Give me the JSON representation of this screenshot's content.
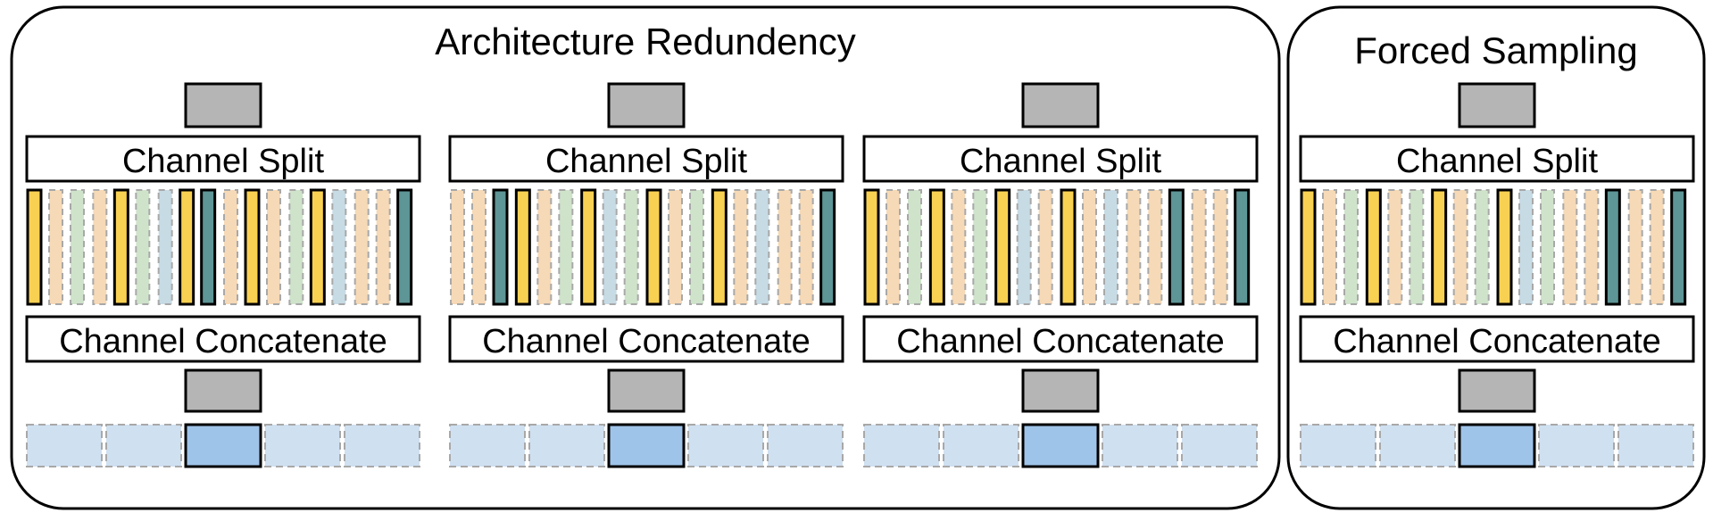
{
  "panels": [
    {
      "title": "Architecture Redundency",
      "blocks": [
        {
          "split_label": "Channel Split",
          "concat_label": "Channel Concatenate",
          "selected_index": 2,
          "pattern": [
            "Y",
            "O",
            "G",
            "O",
            "Y",
            "G",
            "B",
            "Y",
            "T",
            "O",
            "Y",
            "O",
            "G",
            "Y",
            "B",
            "O",
            "O",
            "T"
          ]
        },
        {
          "split_label": "Channel Split",
          "concat_label": "Channel Concatenate",
          "selected_index": 2,
          "pattern": [
            "O",
            "O",
            "T",
            "Y",
            "O",
            "G",
            "Y",
            "B",
            "G",
            "Y",
            "O",
            "G",
            "Y",
            "O",
            "B",
            "O",
            "O",
            "T"
          ]
        },
        {
          "split_label": "Channel Split",
          "concat_label": "Channel Concatenate",
          "selected_index": 2,
          "pattern": [
            "Y",
            "O",
            "G",
            "Y",
            "O",
            "G",
            "Y",
            "B",
            "O",
            "Y",
            "O",
            "B",
            "O",
            "O",
            "T",
            "O",
            "O",
            "T"
          ]
        }
      ]
    },
    {
      "title": "Forced Sampling",
      "blocks": [
        {
          "split_label": "Channel Split",
          "concat_label": "Channel Concatenate",
          "selected_index": 2,
          "pattern": [
            "Y",
            "O",
            "G",
            "Y",
            "O",
            "G",
            "Y",
            "O",
            "G",
            "Y",
            "B",
            "G",
            "O",
            "O",
            "T",
            "O",
            "O",
            "T"
          ]
        }
      ]
    }
  ],
  "colors": {
    "Y": "#f9d152",
    "O": "#f6d9b6",
    "G": "#cfe3cb",
    "B": "#c7dbe5",
    "T": "#5e9596",
    "gray_box": "#b5b5b5",
    "cell_dim": "#cfe0f1",
    "cell_selected": "#9fc4ea"
  }
}
